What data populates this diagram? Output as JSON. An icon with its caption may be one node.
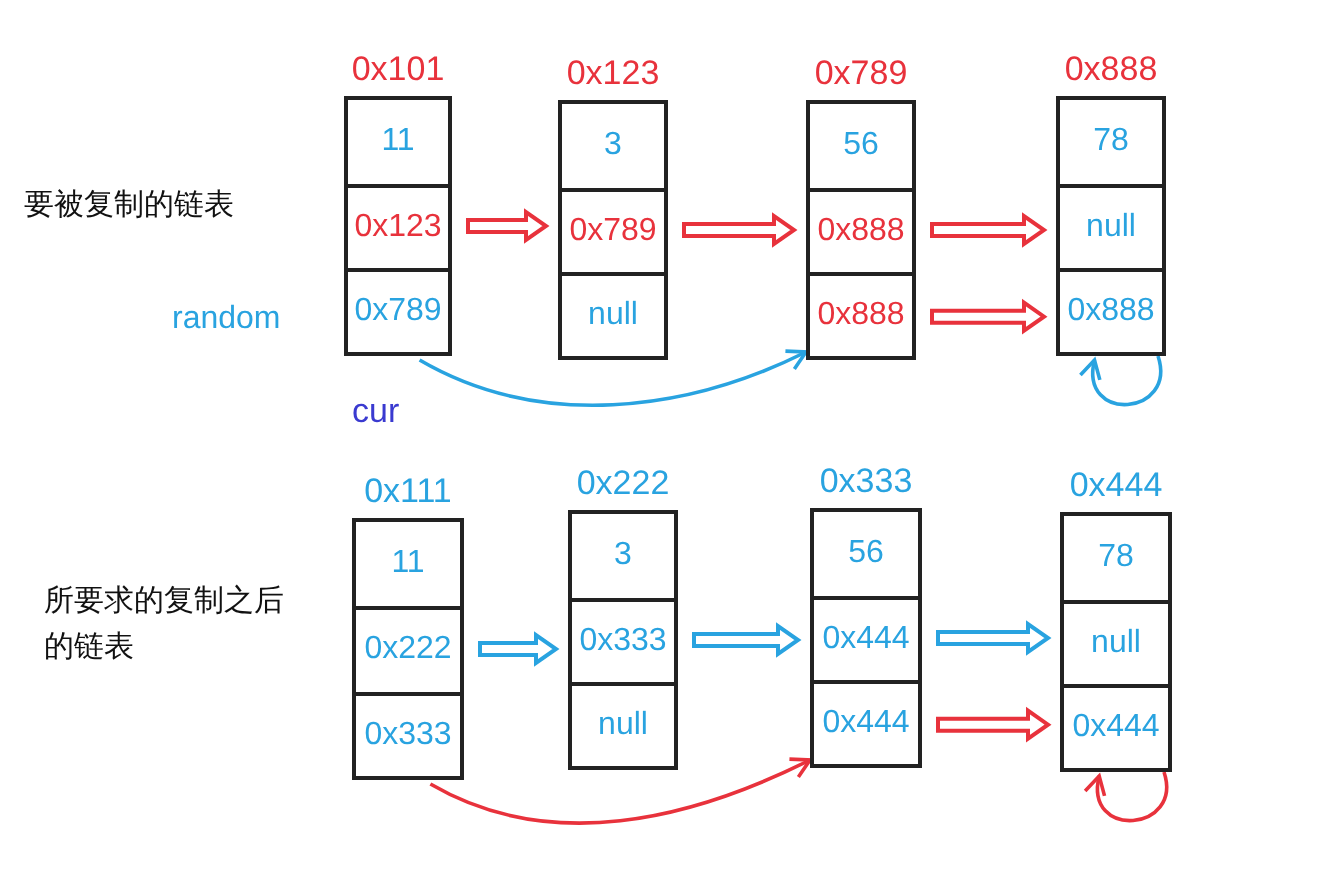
{
  "diagram": {
    "nodes": [
      {
        "text": [
          "0x101"
        ]
      },
      {
        "text": [
          "11"
        ],
        "in": 0
      },
      {
        "text": [
          "0x123"
        ],
        "in": 0
      },
      {
        "text": [
          "0x789"
        ],
        "in": 0
      },
      {
        "text": [
          "0x123"
        ]
      },
      {
        "text": [
          "3"
        ],
        "in": 4
      },
      {
        "text": [
          "0x789"
        ],
        "in": 4
      },
      {
        "text": [
          "null"
        ],
        "in": 4
      },
      {
        "text": [
          "0x789"
        ]
      },
      {
        "text": [
          "56"
        ],
        "in": 8
      },
      {
        "text": [
          "0x888"
        ],
        "in": 8
      },
      {
        "text": [
          "0x888"
        ],
        "in": 8
      },
      {
        "text": [
          "0x888"
        ]
      },
      {
        "text": [
          "78"
        ],
        "in": 12
      },
      {
        "text": [
          "null"
        ],
        "in": 12
      },
      {
        "text": [
          "0x888"
        ],
        "in": 12
      },
      {
        "text": [
          "0x111"
        ]
      },
      {
        "text": [
          "11"
        ],
        "in": 16
      },
      {
        "text": [
          "0x222"
        ],
        "in": 16
      },
      {
        "text": [
          "0x333"
        ],
        "in": 16
      },
      {
        "text": [
          "0x222"
        ]
      },
      {
        "text": [
          "3"
        ],
        "in": 20
      },
      {
        "text": [
          "0x333"
        ],
        "in": 20
      },
      {
        "text": [
          "null"
        ],
        "in": 20
      },
      {
        "text": [
          "0x333"
        ]
      },
      {
        "text": [
          "56"
        ],
        "in": 24
      },
      {
        "text": [
          "0x444"
        ],
        "in": 24
      },
      {
        "text": [
          "0x444"
        ],
        "in": 24
      },
      {
        "text": [
          "0x444"
        ]
      },
      {
        "text": [
          "78"
        ],
        "in": 28
      },
      {
        "text": [
          "null"
        ],
        "in": 28
      },
      {
        "text": [
          "0x444"
        ],
        "in": 28
      }
    ],
    "edges": [
      {
        "from": 2,
        "to": 4,
        "arrow": "to",
        "style": "thick",
        "color": "#e8323c"
      },
      {
        "from": 6,
        "to": 8,
        "arrow": "to",
        "style": "thick",
        "color": "#e8323c"
      },
      {
        "from": 10,
        "to": 12,
        "arrow": "to",
        "style": "thick",
        "color": "#e8323c"
      },
      {
        "from": 11,
        "to": 12,
        "arrow": "to",
        "style": "thick",
        "color": "#e8323c"
      },
      {
        "from": 3,
        "to": 8,
        "arrow": "to",
        "color": "#29a3e0"
      },
      {
        "from": 15,
        "to": 15,
        "arrow": "to",
        "color": "#29a3e0"
      },
      {
        "from": 18,
        "to": 20,
        "arrow": "to",
        "style": "thick",
        "color": "#29a3e0"
      },
      {
        "from": 22,
        "to": 24,
        "arrow": "to",
        "style": "thick",
        "color": "#29a3e0"
      },
      {
        "from": 26,
        "to": 28,
        "arrow": "to",
        "style": "thick",
        "color": "#29a3e0"
      },
      {
        "from": 27,
        "to": 28,
        "arrow": "to",
        "style": "thick",
        "color": "#e8323c"
      },
      {
        "from": 19,
        "to": 24,
        "arrow": "to",
        "color": "#e8323c"
      },
      {
        "from": 31,
        "to": 31,
        "arrow": "to",
        "color": "#e8323c"
      }
    ],
    "labels": [
      "要被复制的链表",
      "random",
      "cur",
      "所要求的复制之后的链表"
    ]
  }
}
